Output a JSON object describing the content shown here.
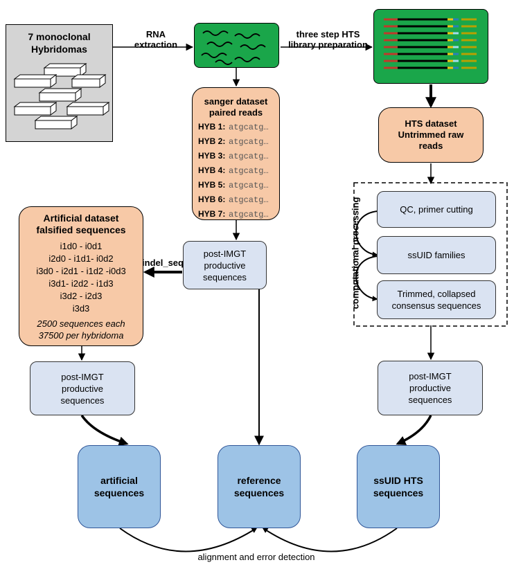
{
  "hybridomas": {
    "title_line1": "7 monoclonal",
    "title_line2": "Hybridomas"
  },
  "arrows": {
    "rna_extraction_line1": "RNA",
    "rna_extraction_line2": "extraction",
    "hts_prep_line1": "three step HTS",
    "hts_prep_line2": "library preparation",
    "indel_seq": "indel_seq"
  },
  "sanger": {
    "title_line1": "sanger dataset",
    "title_line2": "paired reads",
    "rows": [
      {
        "label": "HYB 1:",
        "seq": "atgcatg…"
      },
      {
        "label": "HYB 2:",
        "seq": "atgcatg…"
      },
      {
        "label": "HYB 3:",
        "seq": "atgcatg…"
      },
      {
        "label": "HYB 4:",
        "seq": "atgcatg…"
      },
      {
        "label": "HYB 5:",
        "seq": "atgcatg…"
      },
      {
        "label": "HYB 6:",
        "seq": "atgcatg…"
      },
      {
        "label": "HYB 7:",
        "seq": "atgcatg…"
      }
    ]
  },
  "hts_raw": {
    "line1": "HTS dataset",
    "line2": "Untrimmed raw",
    "line3": "reads"
  },
  "artificial_dataset": {
    "title_line1": "Artificial dataset",
    "title_line2": "falsified sequences",
    "lines": [
      "i1d0 - i0d1",
      "i2d0 - i1d1- i0d2",
      "i3d0 - i2d1 - i1d2 -i0d3",
      "i3d1- i2d2 - i1d3",
      "i3d2 - i2d3",
      "i3d3"
    ],
    "note_line1": "2500 sequences each",
    "note_line2": "37500 per hybridoma"
  },
  "computational": {
    "label": "computational processing",
    "steps": [
      "QC, primer cutting",
      "ssUID families",
      "Trimmed, collapsed consensus sequences"
    ]
  },
  "post_imgt": {
    "line1": "post-IMGT",
    "line2": "productive",
    "line3": "sequences"
  },
  "final": {
    "artificial_line1": "artificial",
    "artificial_line2": "sequences",
    "reference_line1": "reference",
    "reference_line2": "sequences",
    "hts_line1": "ssUID HTS",
    "hts_line2": "sequences"
  },
  "footer": "alignment and error detection",
  "colors": {
    "peach": "#f7c9a7",
    "light_blue": "#dae3f2",
    "dark_blue": "#9dc3e6",
    "green": "#1aa64a",
    "grey": "#d4d4d4"
  }
}
